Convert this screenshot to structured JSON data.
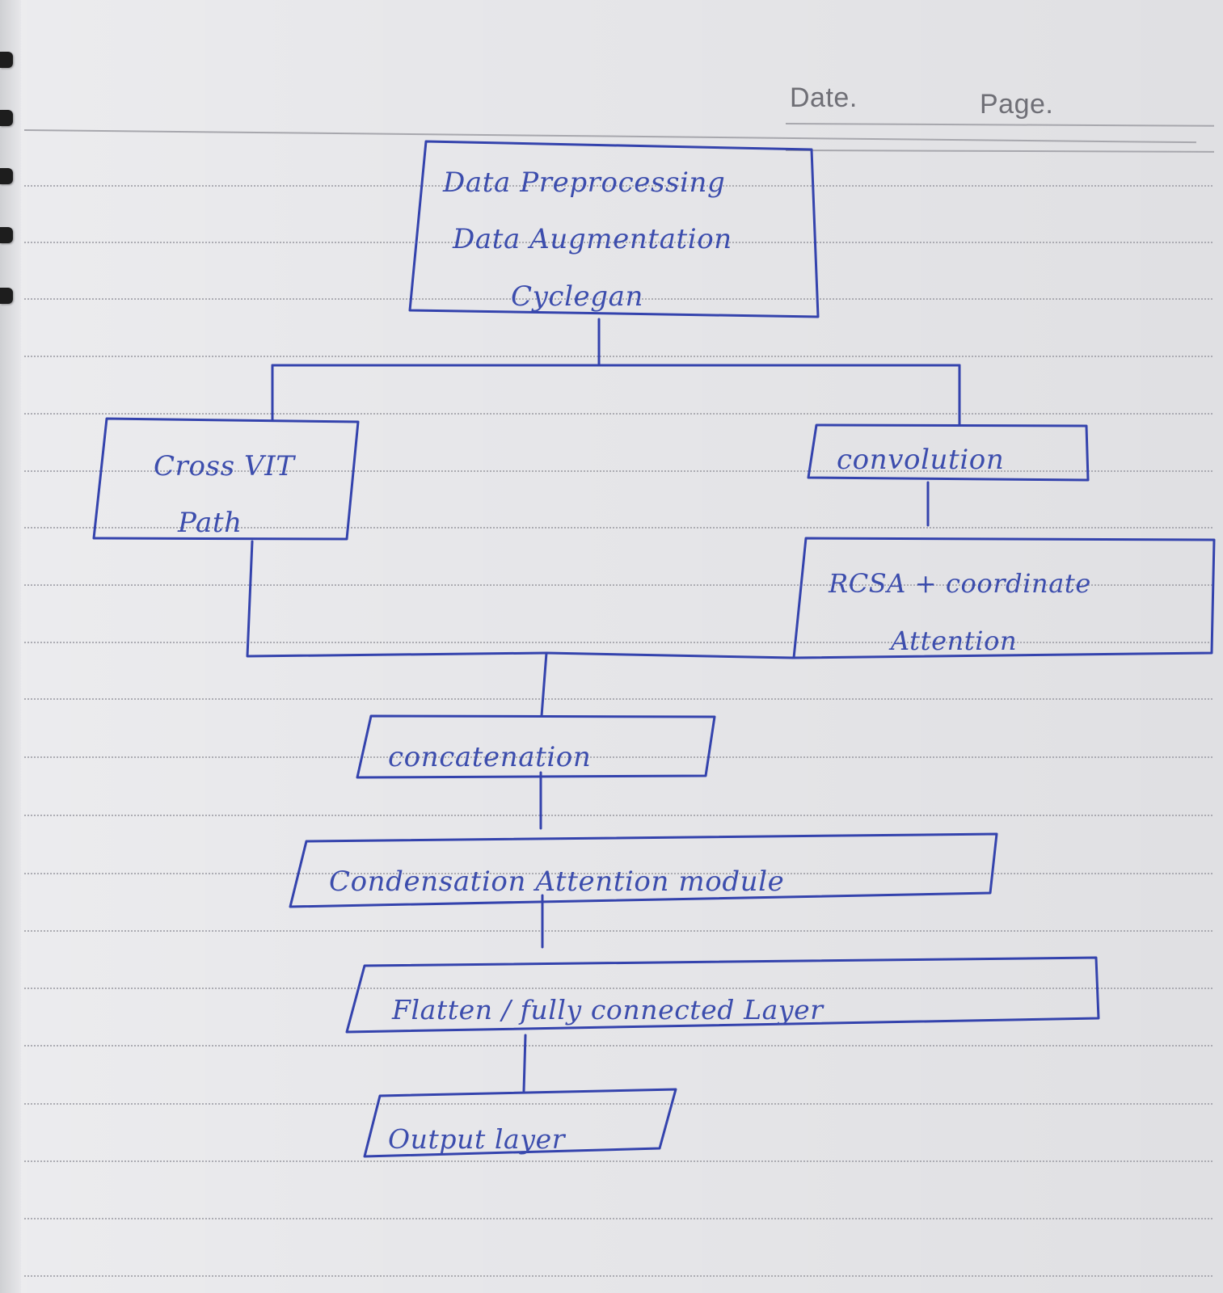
{
  "page_header": {
    "date_label": "Date.",
    "page_label": "Page."
  },
  "diagram": {
    "nodes": {
      "preprocessing": {
        "line1": "Data Preprocessing",
        "line2": "Data Augmentation",
        "line3": "Cyclegan"
      },
      "crossvit": {
        "line1": "Cross VIT",
        "line2": "Path"
      },
      "convolution": {
        "line1": "convolution"
      },
      "rcsa": {
        "line1": "RCSA + coordinate",
        "line2": "Attention"
      },
      "concatenation": {
        "line1": "concatenation"
      },
      "condensation": {
        "line1": "Condensation Attention module"
      },
      "flatten": {
        "line1": "Flatten / fully connected Layer"
      },
      "output": {
        "line1": "Output layer"
      }
    }
  },
  "colors": {
    "ink": "#3443ad",
    "paper": "#e7e7ea",
    "rule": "#a6a6ad"
  }
}
